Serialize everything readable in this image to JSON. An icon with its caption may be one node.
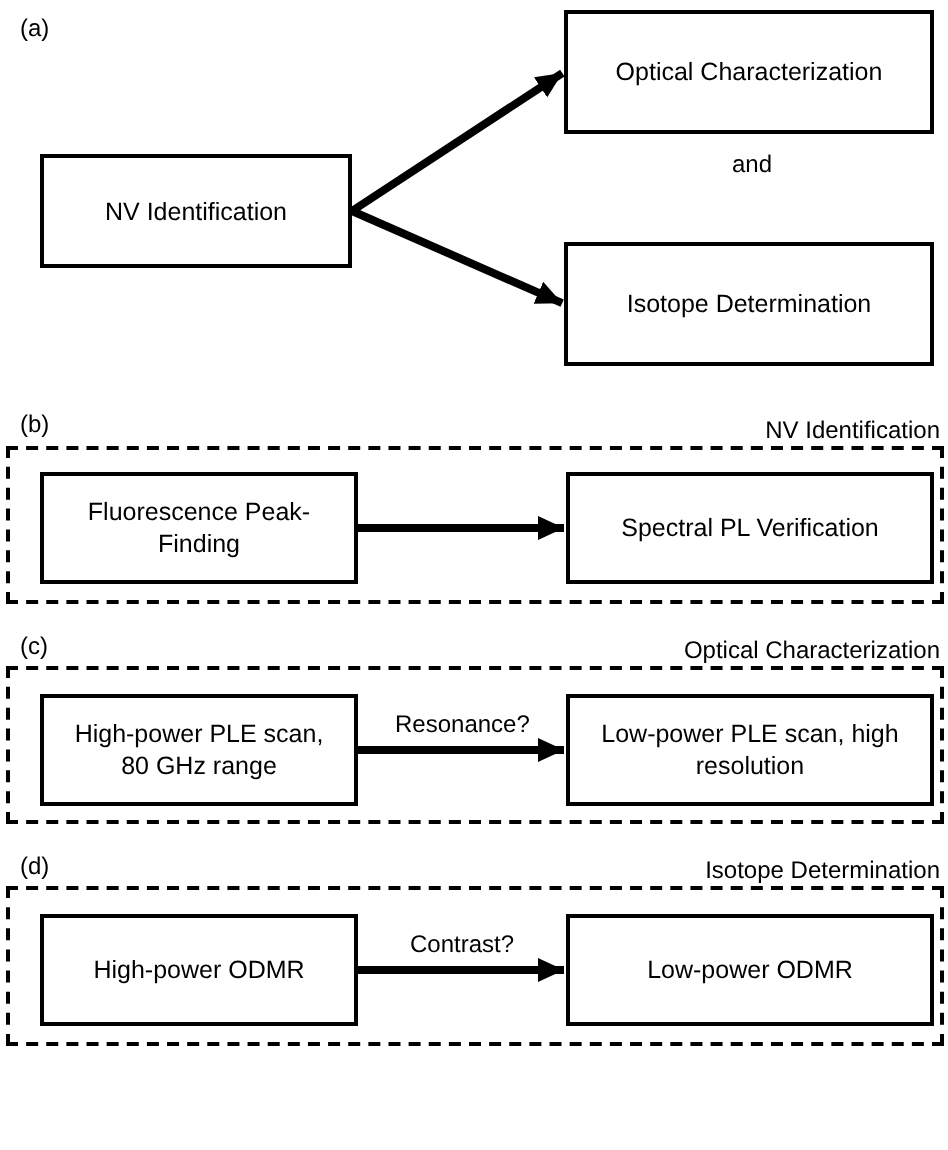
{
  "diagram": {
    "nodes": [
      {
        "text": [
          "NV Identification"
        ]
      },
      {
        "text": [
          "Optical Characterization"
        ]
      },
      {
        "text": [
          "Isotope Determination"
        ]
      },
      {
        "text": [
          "NV Identification"
        ]
      },
      {
        "text": [
          "Fluorescence Peak-Finding"
        ],
        "in": 3
      },
      {
        "text": [
          "Spectral PL Verification"
        ],
        "in": 3
      },
      {
        "text": [
          "Optical Characterization"
        ]
      },
      {
        "text": [
          "High-power PLE scan, 80 GHz range"
        ],
        "in": 6
      },
      {
        "text": [
          "Low-power PLE scan, high resolution"
        ],
        "in": 6
      },
      {
        "text": [
          "Isotope Determination"
        ]
      },
      {
        "text": [
          "High-power ODMR"
        ],
        "in": 9
      },
      {
        "text": [
          "Low-power ODMR"
        ],
        "in": 9
      }
    ],
    "edges": [
      {
        "from": 0,
        "to": 1,
        "arrow": "to"
      },
      {
        "from": 0,
        "to": 2,
        "arrow": "to"
      },
      {
        "from": 4,
        "to": 5,
        "arrow": "to"
      },
      {
        "from": 7,
        "to": 8,
        "arrow": "to",
        "label": "Resonance?"
      },
      {
        "from": 10,
        "to": 11,
        "arrow": "to",
        "label": "Contrast?"
      }
    ],
    "labels": [
      "(a)",
      "and",
      "(b)",
      "(c)",
      "(d)"
    ]
  }
}
